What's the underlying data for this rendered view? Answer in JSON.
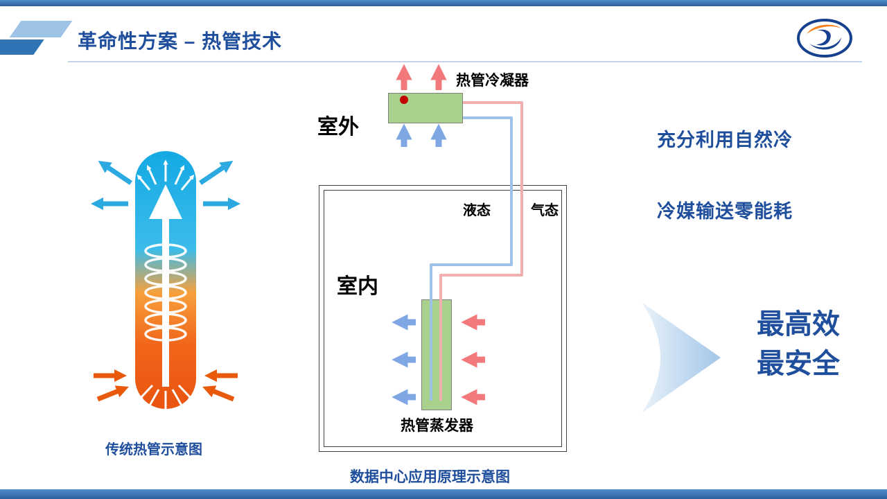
{
  "slide": {
    "title": "革命性方案 – 热管技术"
  },
  "left_figure": {
    "caption": "传统热管示意图"
  },
  "diagram": {
    "outdoor_label": "室外",
    "condenser_label": "热管冷凝器",
    "liquid_label": "液态",
    "gas_label": "气态",
    "indoor_label": "室内",
    "evaporator_label": "热管蒸发器",
    "caption": "数据中心应用原理示意图"
  },
  "right_panel": {
    "benefit_1": "充分利用自然冷",
    "benefit_2": "冷媒输送零能耗",
    "highlight_1": "最高效",
    "highlight_2": "最安全"
  },
  "colors": {
    "title_blue": "#1f4e9c",
    "accent_bar_blue": "#2e74b5",
    "heat_exchanger_green": "#a9d18e",
    "hot_arrow_red": "#f1797b",
    "cold_arrow_blue": "#7fa7e4",
    "pipe_gas_pink": "#f2afaf",
    "pipe_liquid_blue": "#9cc3e5",
    "heatpipe_cold_cyan": "#2ba9e0",
    "heatpipe_hot_orange": "#e8590c"
  }
}
